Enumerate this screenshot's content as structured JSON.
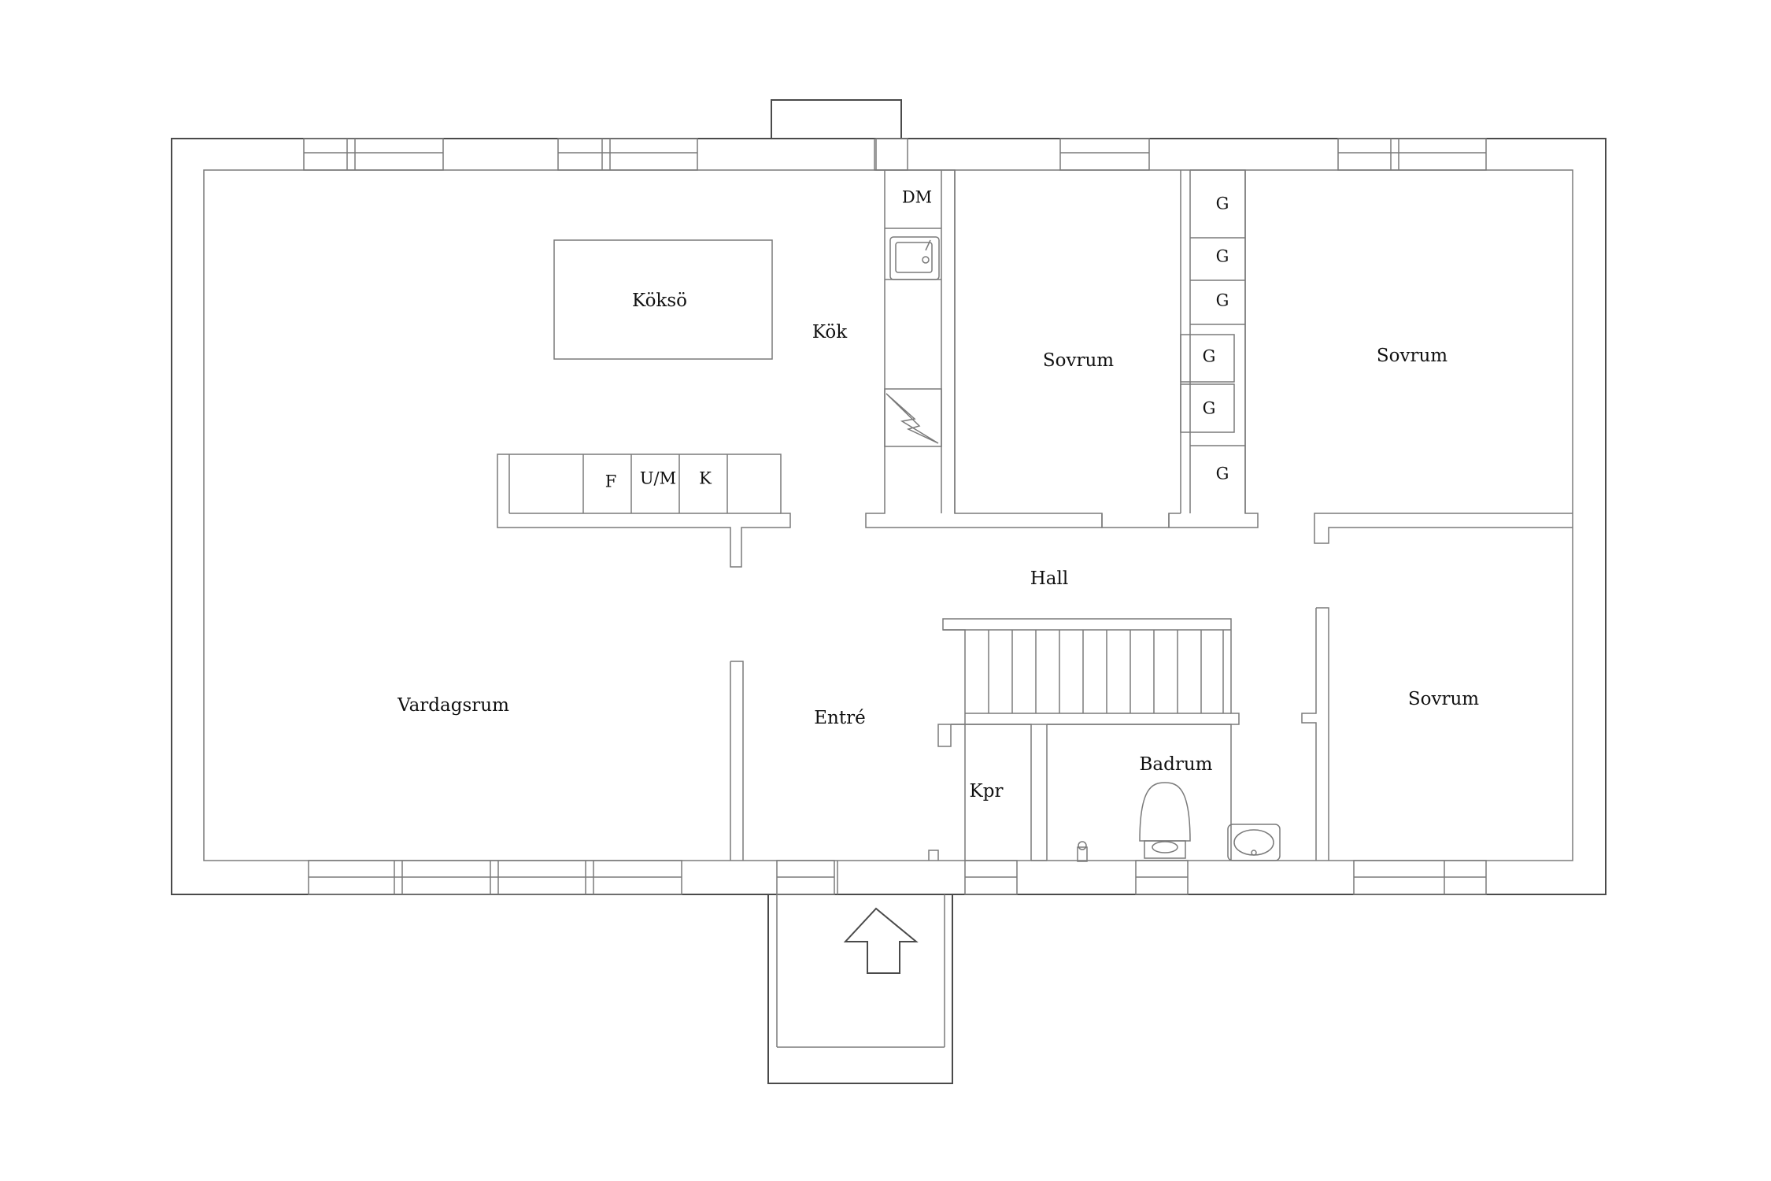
{
  "rooms": {
    "koksoe": "Köksö",
    "kok": "Kök",
    "dm": "DM",
    "sovrum_1": "Sovrum",
    "sovrum_2": "Sovrum",
    "sovrum_3": "Sovrum",
    "hall": "Hall",
    "entre": "Entré",
    "kpr": "Kpr",
    "badrum": "Badrum",
    "vardagsrum": "Vardagsrum"
  },
  "appliances": {
    "f": "F",
    "um": "U/M",
    "k": "K"
  },
  "wardrobes": [
    "G",
    "G",
    "G",
    "G",
    "G",
    "G"
  ]
}
